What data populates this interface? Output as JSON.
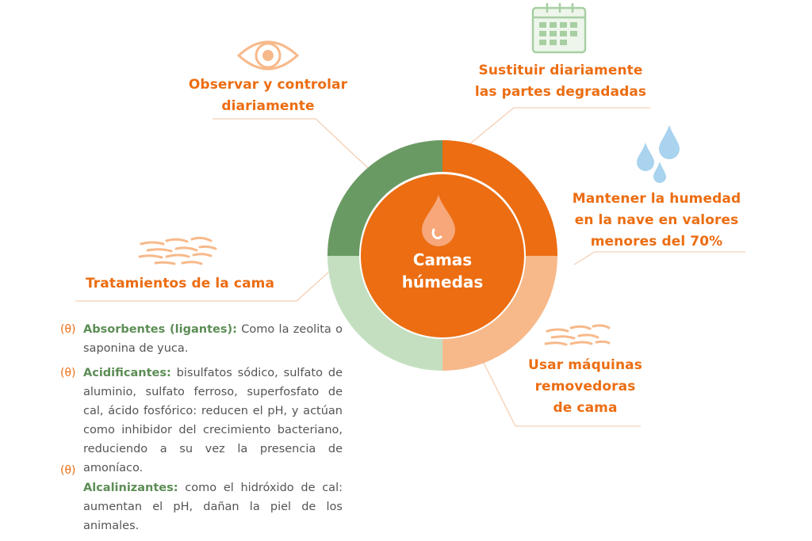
{
  "center": {
    "title_line1": "Camas",
    "title_line2": "húmedas"
  },
  "labels": {
    "observe": [
      "Observar y controlar",
      "diariamente"
    ],
    "replace": [
      "Sustituir diariamente",
      "las partes degradadas"
    ],
    "humidity": [
      "Mantener la humedad",
      "en la nave en valores",
      "menores del 70%"
    ],
    "machines": [
      "Usar máquinas",
      "removedoras",
      "de cama"
    ],
    "treatments": [
      "Tratamientos de la cama"
    ]
  },
  "treatments": {
    "bullet": "(θ)",
    "items": [
      {
        "term": "Absorbentes (ligantes):",
        "text": " Como la zeolita o saponina de yuca."
      },
      {
        "term": "Acidificantes:",
        "text": " bisulfatos sódico, sulfato de aluminio, sulfato ferroso, superfosfato de cal, ácido fosfórico: reducen el pH, y actúan como inhibidor del crecimiento bacteriano, reduciendo a su vez la presencia de amoníaco."
      },
      {
        "term": "Alcalinizantes:",
        "text": " como el hidróxido de cal: aumentan el pH, dañan la piel de los animales."
      }
    ]
  },
  "icons": [
    "eye-icon",
    "calendar-icon",
    "water-drops-icon",
    "wood-shavings-icon",
    "drop-icon"
  ],
  "colors": {
    "orange": "#ec6d12",
    "light_orange": "#f7b98a",
    "green": "#6a9a63",
    "light_green": "#c4dfc0",
    "green_text": "#5c8d55",
    "connector": "#f5cfb3",
    "drop_blue": "#a9d3ee"
  }
}
